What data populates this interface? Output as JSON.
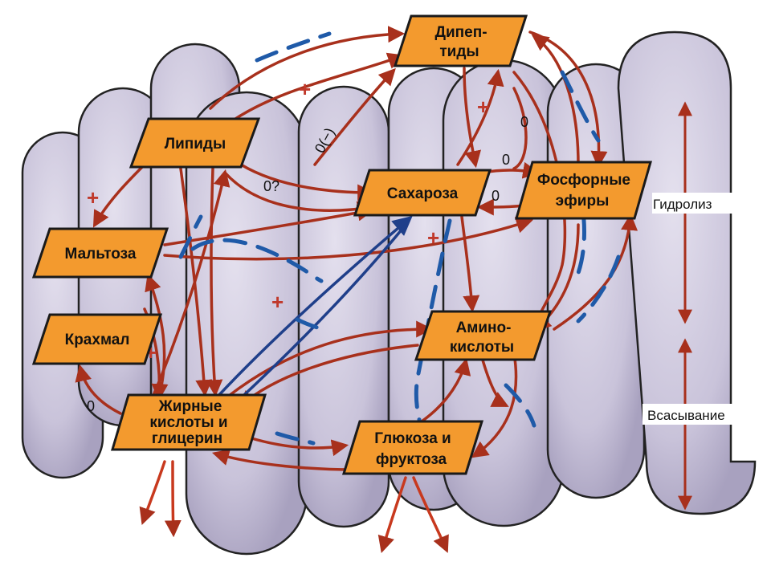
{
  "colors": {
    "villus_fill": "#c9c3da",
    "villus_stroke": "#222222",
    "node_fill": "#f39a2e",
    "node_stroke": "#1a1a1a",
    "arrow": "#a8301c",
    "arrow_bright": "#c8391e",
    "dashed": "#1f5aa8",
    "plus": "#c0392b"
  },
  "nodes": {
    "dipeptides": [
      "Дипеп-",
      "тиды"
    ],
    "lipids": [
      "Липиды"
    ],
    "sucrose": [
      "Сахароза"
    ],
    "phosphoric_esters": [
      "Фосфорные",
      "эфиры"
    ],
    "maltose": [
      "Мальтоза"
    ],
    "starch": [
      "Крахмал"
    ],
    "amino_acids": [
      "Амино-",
      "кислоты"
    ],
    "fatty_acids": [
      "Жирные",
      "кислоты и",
      "глицерин"
    ],
    "glucose_fructose": [
      "Глюкоза и",
      "фруктоза"
    ]
  },
  "side_labels": {
    "hydrolysis": "Гидролиз",
    "absorption": "Всасывание"
  },
  "marks": {
    "zero": "0",
    "zero_minus": "0(−)",
    "zero_q": "0?",
    "plus": "+"
  }
}
